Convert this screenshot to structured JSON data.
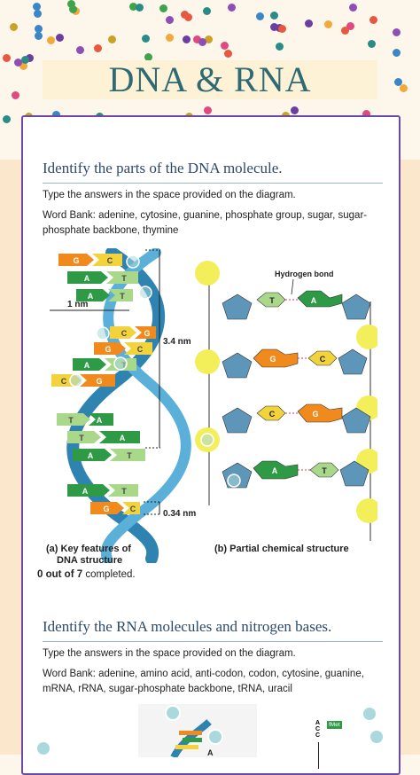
{
  "page": {
    "title": "DNA & RNA"
  },
  "section1": {
    "heading": "Identify the parts of the DNA molecule.",
    "instructions": "Type the answers in the space provided on the diagram.",
    "word_bank": "Word Bank:  adenine, cytosine, guanine, phosphate group, sugar, sugar-phosphate backbone, thymine",
    "caption_a_line1": "(a) Key features of",
    "caption_a_line2": "DNA structure",
    "caption_b": "(b) Partial chemical structure",
    "label_1nm": "1 nm",
    "label_34nm": "3.4 nm",
    "label_034nm": "0.34 nm",
    "label_hbond": "Hydrogen bond",
    "progress_count": "0 out of 7",
    "progress_suffix": " completed."
  },
  "section2": {
    "heading": "Identify the RNA molecules and nitrogen bases.",
    "instructions": "Type the answers in the space provided on the diagram.",
    "word_bank": "Word Bank:  adenine, amino acid, anti-codon, codon, cytosine, guanine, mRNA, rRNA, sugar-phosphate backbone, tRNA, uracil",
    "label_fmet": "fMet",
    "label_acc": "A C C"
  },
  "colors": {
    "title": "#2d6a74",
    "card_border": "#6b4aa0",
    "base_G": "#f08a1c",
    "base_C": "#f2d33b",
    "base_A": "#2e9a46",
    "base_T": "#a9d88a",
    "backbone": "#2e83b0",
    "phosphate": "#f3ef5a"
  }
}
